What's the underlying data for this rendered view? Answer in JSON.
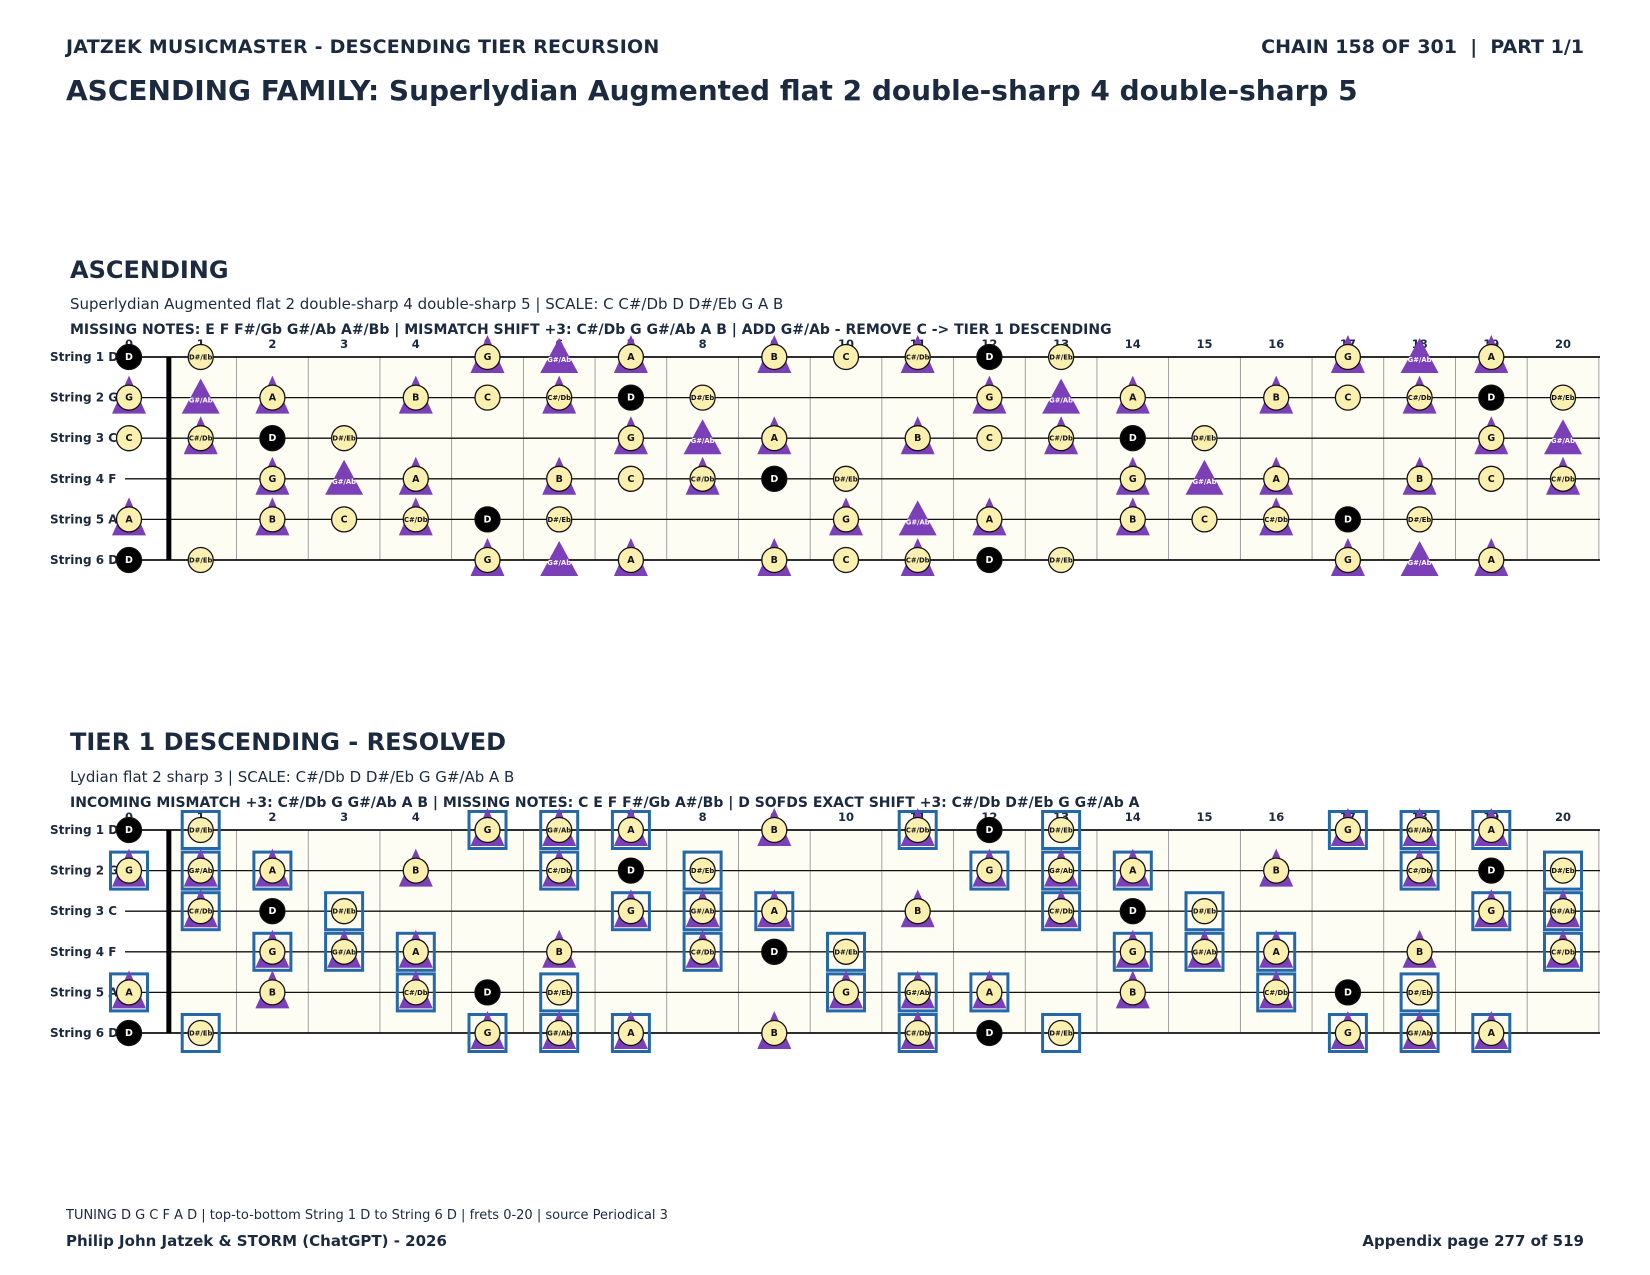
{
  "header": {
    "left": "JATZEK MUSICMASTER - DESCENDING TIER RECURSION",
    "right": "CHAIN 158 OF 301  |  PART 1/1"
  },
  "title": "ASCENDING FAMILY: Superlydian Augmented flat 2 double-sharp 4 double-sharp 5",
  "fret_labels": [
    "0",
    "1",
    "2",
    "3",
    "4",
    "5",
    "6",
    "7",
    "8",
    "9",
    "10",
    "11",
    "12",
    "13",
    "14",
    "15",
    "16",
    "17",
    "18",
    "19",
    "20"
  ],
  "string_labels": [
    "String 1 D",
    "String 2 G",
    "String 3 C",
    "String 4 F",
    "String 5 A",
    "String 6 D"
  ],
  "colors": {
    "note_fill": "#fbf0b0",
    "root_fill": "#d93a3a",
    "triangle": "#7b3fb8",
    "box": "#2468a8",
    "board": "#fefdf4",
    "ink": "#1c2a3f"
  },
  "sections": [
    {
      "title": "ASCENDING",
      "subtitle": "Superlydian Augmented flat 2 double-sharp 4 double-sharp 5  |  SCALE: C C#/Db D D#/Eb G A B",
      "info": "MISSING NOTES: E F F#/Gb G#/Ab A#/Bb  |  MISMATCH SHIFT +3: C#/Db G G#/Ab A B  |  ADD G#/Ab - REMOVE C -> TIER 1 DESCENDING",
      "root": "D",
      "circles": [
        "C",
        "C#/Db",
        "D",
        "D#/Eb",
        "G",
        "A",
        "B"
      ],
      "triangles": [
        "C#/Db",
        "G",
        "G#/Ab",
        "A",
        "B"
      ],
      "boxes": []
    },
    {
      "title": "TIER 1 DESCENDING - RESOLVED",
      "subtitle": "Lydian flat 2 sharp 3  |  SCALE: C#/Db D D#/Eb G G#/Ab A B",
      "info": "INCOMING MISMATCH +3: C#/Db G G#/Ab A B  |  MISSING NOTES: C E F F#/Gb A#/Bb  |  D SOFDS EXACT SHIFT +3: C#/Db D#/Eb G G#/Ab A",
      "root": "D",
      "circles": [
        "C#/Db",
        "D",
        "D#/Eb",
        "G",
        "G#/Ab",
        "A",
        "B"
      ],
      "triangles": [
        "C#/Db",
        "G",
        "G#/Ab",
        "A",
        "B"
      ],
      "boxes": [
        "C#/Db",
        "D#/Eb",
        "G",
        "G#/Ab",
        "A"
      ]
    }
  ],
  "footer": {
    "note": "TUNING D G C F A D | top-to-bottom String 1 D to String 6 D | frets 0-20 | source Periodical 3",
    "author": "Philip John Jatzek & STORM (ChatGPT) - 2026",
    "page": "Appendix page 277 of 519"
  }
}
